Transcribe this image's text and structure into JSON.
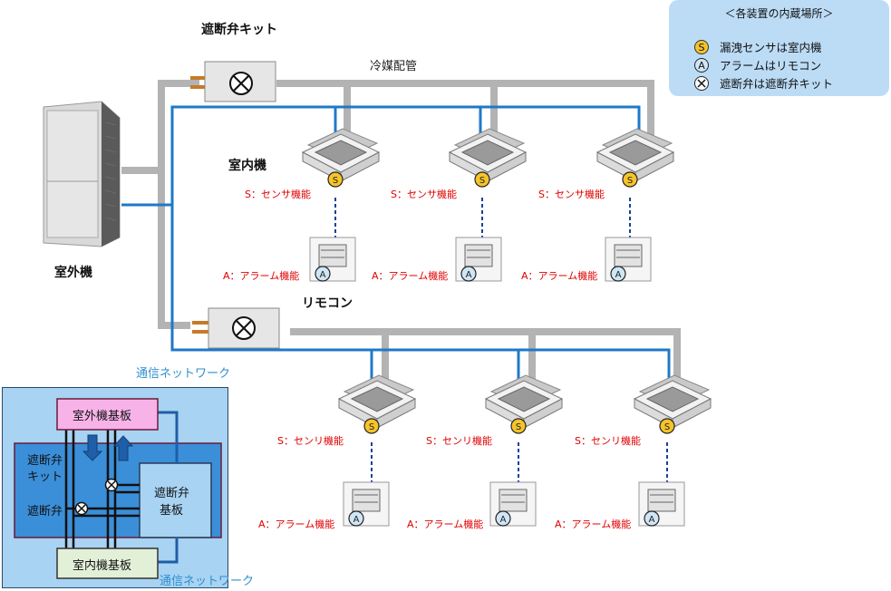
{
  "labels": {
    "valve_kit_title": "遮断弁キット",
    "refrigerant_pipe": "冷媒配管",
    "indoor_unit_title": "室内機",
    "outdoor_unit_title": "室外機",
    "remote_title": "リモコン",
    "network_label": "通信ネットワーク",
    "network_label_bottom": "通信ネットワーク"
  },
  "legend": {
    "title": "＜各装置の内蔵場所＞",
    "items": [
      {
        "icon": "S",
        "text": "漏洩センサは室内機"
      },
      {
        "icon": "A",
        "text": "アラームはリモコン"
      },
      {
        "icon": "⊗",
        "text": "遮断弁は遮断弁キット"
      }
    ]
  },
  "upper_row": {
    "sensor_labels": [
      "S：センサ機能",
      "S：センサ機能",
      "S：センサ機能"
    ],
    "alarm_labels": [
      "A：アラーム機能",
      "A：アラーム機能",
      "A：アラーム機能"
    ]
  },
  "lower_row": {
    "sensor_labels": [
      "S：センリ機能",
      "S：センリ機能",
      "S：センリ機能"
    ],
    "alarm_labels": [
      "A：アラーム機能",
      "A：アラーム機能",
      "A：アラーム機能"
    ]
  },
  "detail": {
    "outdoor_board": "室外機基板",
    "valve_kit_line1": "遮断弁",
    "valve_kit_line2": "キット",
    "valve_label": "遮断弁",
    "valve_board_line1": "遮断弁",
    "valve_board_line2": "基板",
    "indoor_board": "室内機基板"
  },
  "colors": {
    "pipe": "#b3b3b3",
    "network": "#1f78c8",
    "label_red": "#e00000",
    "legend_bg": "#bcdcf6",
    "sensor_yellow": "#f6c42a",
    "outdoor_board_bg": "#f7b3e8",
    "valve_kit_bg": "#3a8fd8",
    "indoor_board_bg": "#e3f0d8"
  }
}
